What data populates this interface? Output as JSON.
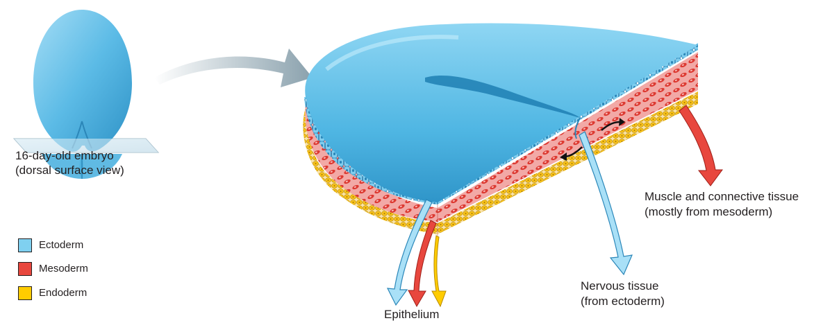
{
  "embryo_caption": {
    "line1": "16-day-old embryo",
    "line2": "(dorsal surface view)"
  },
  "legend": [
    {
      "label": "Ectoderm",
      "color": "#7fd0f0"
    },
    {
      "label": "Mesoderm",
      "color": "#e8473e"
    },
    {
      "label": "Endoderm",
      "color": "#ffcc00"
    }
  ],
  "labels": {
    "muscle": {
      "line1": "Muscle and connective tissue",
      "line2": "(mostly from mesoderm)"
    },
    "nervous": {
      "line1": "Nervous tissue",
      "line2": "(from ectoderm)"
    },
    "epithelium": "Epithelium"
  },
  "colors": {
    "ectoderm": "#5bbfe8",
    "ectoderm_light": "#a9e0f7",
    "mesoderm": "#e24a3d",
    "mesoderm_bg": "#f4b7b4",
    "endoderm": "#f5b800",
    "endoderm_bg": "#fde0a0"
  }
}
